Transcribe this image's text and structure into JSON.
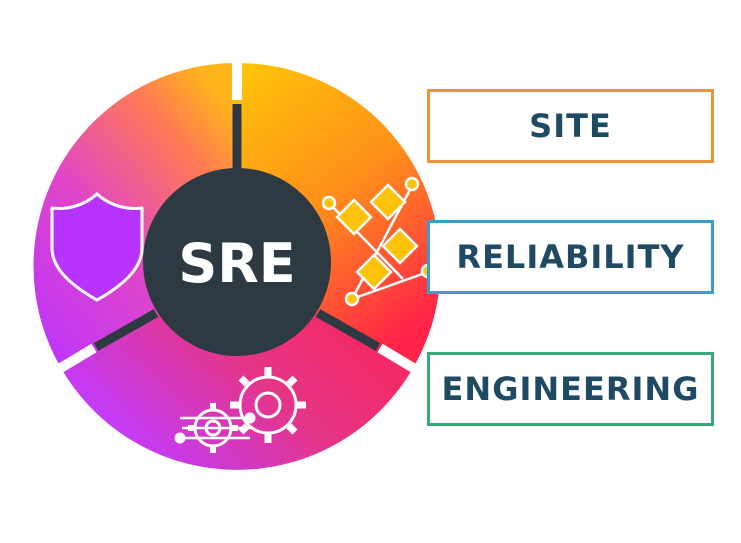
{
  "center": {
    "label": "SRE"
  },
  "labels": [
    {
      "text": "SITE",
      "border_color": "#e8953a"
    },
    {
      "text": "RELIABILITY",
      "border_color": "#3a9fc8"
    },
    {
      "text": "ENGINEERING",
      "border_color": "#3aa876"
    }
  ],
  "segments": [
    {
      "icon": "shield-icon",
      "colors": [
        "#c23bff",
        "#ff5a7a",
        "#ffb300"
      ]
    },
    {
      "icon": "flowchart-icon",
      "colors": [
        "#ffc400",
        "#ff8a1a",
        "#ff2a4a"
      ]
    },
    {
      "icon": "gears-icon",
      "colors": [
        "#ff1f4f",
        "#e23a8a",
        "#c03cff"
      ]
    }
  ],
  "text_color": "#1f4a63",
  "hub_color": "#2d3a42"
}
